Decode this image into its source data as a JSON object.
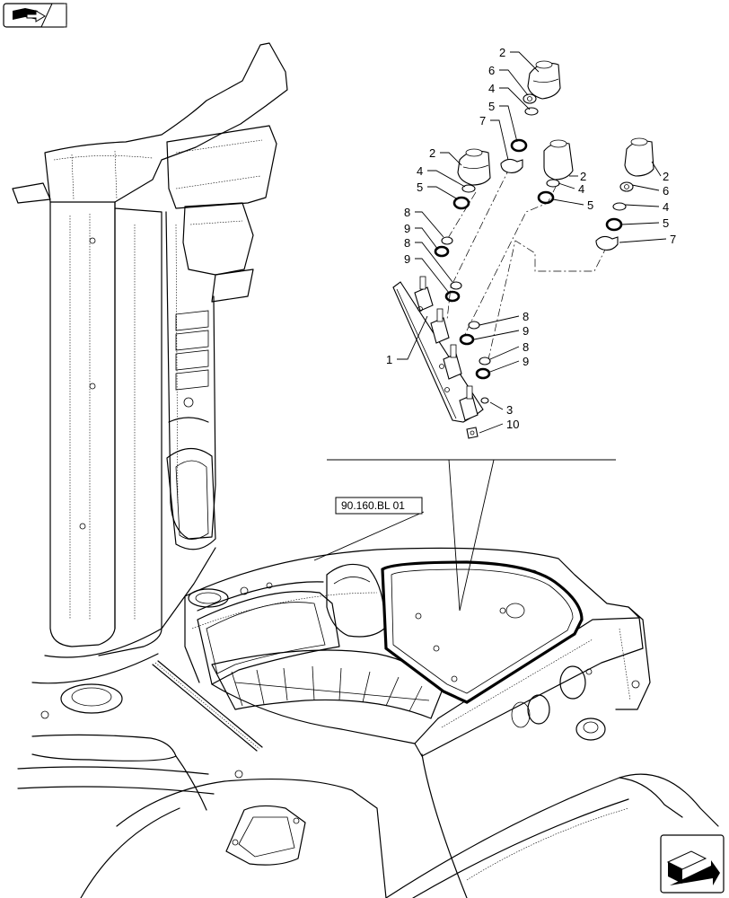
{
  "reference_label": "90.160.BL 01",
  "callouts": [
    {
      "id": "c2a",
      "text": "2"
    },
    {
      "id": "c6a",
      "text": "6"
    },
    {
      "id": "c4a",
      "text": "4"
    },
    {
      "id": "c5a",
      "text": "5"
    },
    {
      "id": "c7a",
      "text": "7"
    },
    {
      "id": "c2b",
      "text": "2"
    },
    {
      "id": "c4b",
      "text": "4"
    },
    {
      "id": "c5b",
      "text": "5"
    },
    {
      "id": "c8a",
      "text": "8"
    },
    {
      "id": "c9a",
      "text": "9"
    },
    {
      "id": "c8b",
      "text": "8"
    },
    {
      "id": "c9b",
      "text": "9"
    },
    {
      "id": "c1",
      "text": "1"
    },
    {
      "id": "c2c",
      "text": "2"
    },
    {
      "id": "c4c",
      "text": "4"
    },
    {
      "id": "c5c",
      "text": "5"
    },
    {
      "id": "c2d",
      "text": "2"
    },
    {
      "id": "c6d",
      "text": "6"
    },
    {
      "id": "c4d",
      "text": "4"
    },
    {
      "id": "c5d",
      "text": "5"
    },
    {
      "id": "c7d",
      "text": "7"
    },
    {
      "id": "c8c",
      "text": "8"
    },
    {
      "id": "c9c",
      "text": "9"
    },
    {
      "id": "c8d",
      "text": "8"
    },
    {
      "id": "c9d",
      "text": "9"
    },
    {
      "id": "c3",
      "text": "3"
    },
    {
      "id": "c10",
      "text": "10"
    }
  ],
  "icons": {
    "top_left": "book-arrow-icon",
    "bottom_right": "navigation-arrow-icon"
  }
}
